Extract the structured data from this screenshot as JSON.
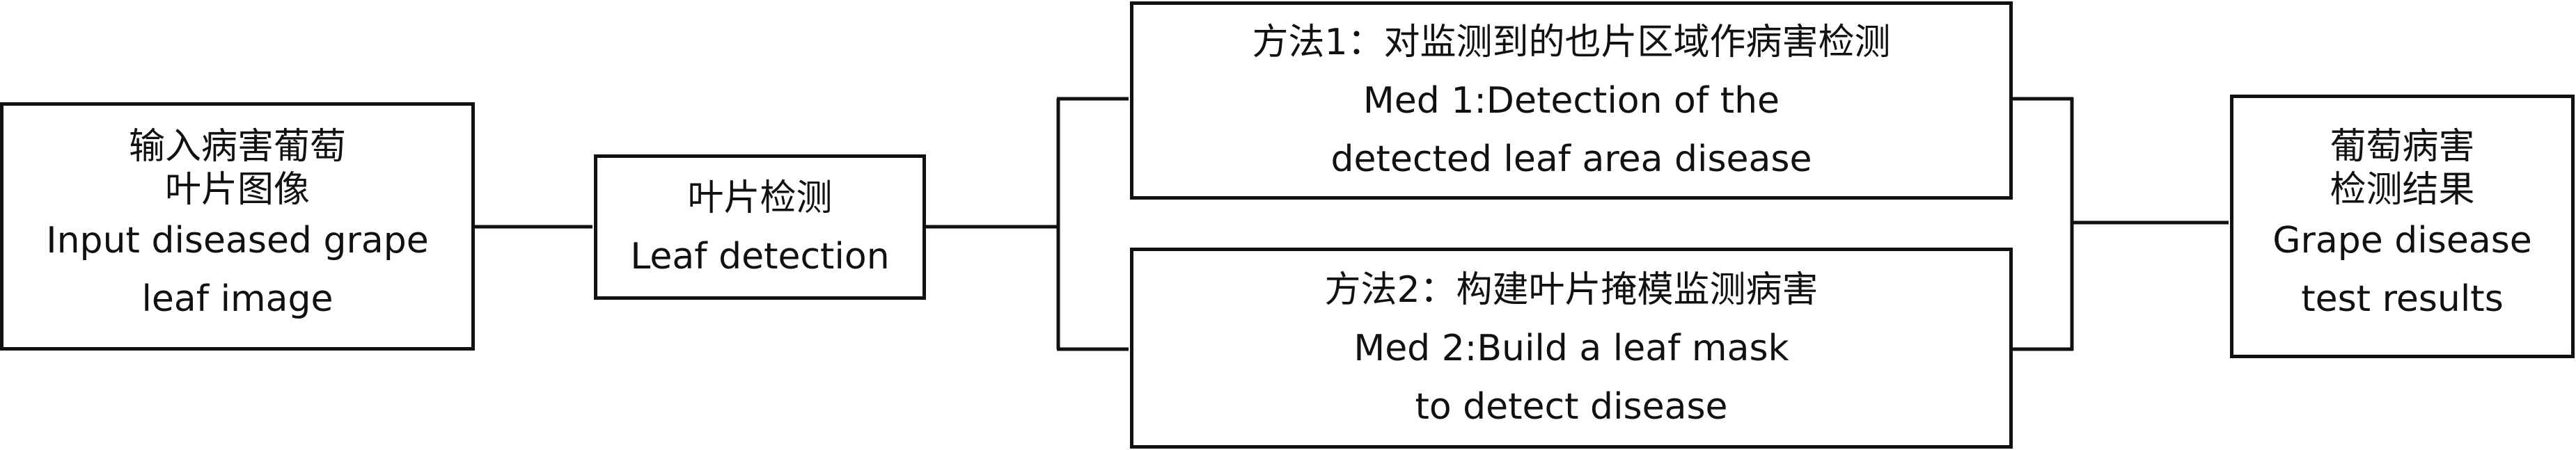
{
  "boxes": {
    "input": {
      "lines": [
        "输入病害葡萄",
        "叶片图像",
        "Input diseased grape",
        "leaf image"
      ]
    },
    "leaf": {
      "lines": [
        "叶片检测",
        "Leaf detection"
      ]
    },
    "method1": {
      "lines": [
        "方法1：对监测到的也片区域作病害检测",
        "Med 1:Detection of the",
        "detected leaf area disease"
      ]
    },
    "method2": {
      "lines": [
        "方法2：构建叶片掩模监测病害",
        "Med 2:Build a leaf mask",
        "to detect disease"
      ]
    },
    "result": {
      "lines": [
        "葡萄病害",
        "检测结果",
        "Grape disease",
        "test results"
      ]
    }
  },
  "connectors": [
    {
      "from": "input",
      "to": "leaf"
    },
    {
      "from": "leaf",
      "to": "method1"
    },
    {
      "from": "leaf",
      "to": "method2"
    },
    {
      "from": "method1",
      "to": "result"
    },
    {
      "from": "method2",
      "to": "result"
    }
  ]
}
